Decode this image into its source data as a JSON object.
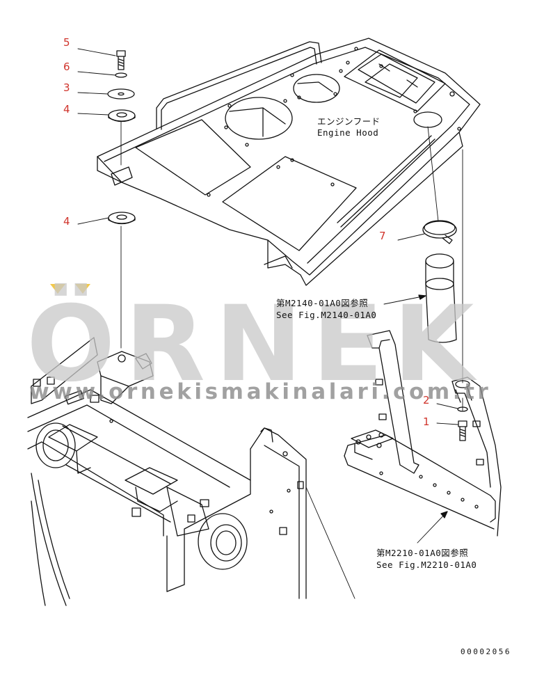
{
  "callouts": [
    {
      "id": "5",
      "color": "#d0342c"
    },
    {
      "id": "6",
      "color": "#d0342c"
    },
    {
      "id": "3",
      "color": "#d0342c"
    },
    {
      "id": "4",
      "color": "#d0342c"
    },
    {
      "id": "4",
      "color": "#d0342c"
    },
    {
      "id": "7",
      "color": "#d0342c"
    },
    {
      "id": "2",
      "color": "#d0342c"
    },
    {
      "id": "1",
      "color": "#d0342c"
    }
  ],
  "labels": {
    "engine_hood_jp": "エンジンフード",
    "engine_hood_en": "Engine Hood",
    "ref_top_jp": "第M2140-01A0図参照",
    "ref_top_en": "See Fig.M2140-01A0",
    "ref_bottom_jp": "第M2210-01A0図参照",
    "ref_bottom_en": "See Fig.M2210-01A0"
  },
  "watermark": {
    "brand": "ÖRNEK",
    "url": "www.ornekismakinalari.com.tr",
    "accent_color": "#f2c94c",
    "text_color": "#c9c9c9"
  },
  "doc_number": "00002056"
}
